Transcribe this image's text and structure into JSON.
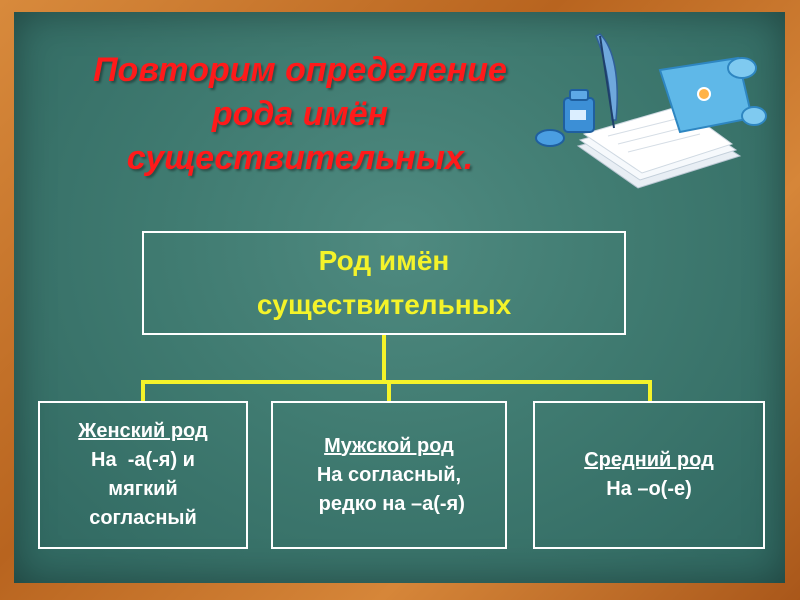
{
  "title": {
    "lines": [
      "Повторим определение",
      "рода имён",
      "существительных."
    ]
  },
  "root": {
    "lines": [
      "Род имён",
      "существительных"
    ]
  },
  "categories": [
    {
      "heading": "Женский род",
      "lines": [
        "На  -а(-я) и",
        "мягкий",
        "согласный"
      ]
    },
    {
      "heading": "Мужской род",
      "lines": [
        "На согласный,",
        " редко на –а(-я)"
      ]
    },
    {
      "heading": "Средний род",
      "lines": [
        "На –о(-е)"
      ]
    }
  ],
  "colors": {
    "title": "#ff1a1a",
    "root_text": "#f4f32a",
    "connector": "#f4f32a",
    "box_border": "#ffffff",
    "board": "#3f7a70",
    "frame": "#c9792f"
  },
  "decoration": {
    "icon": "inkwell-quill-scroll-icon"
  }
}
